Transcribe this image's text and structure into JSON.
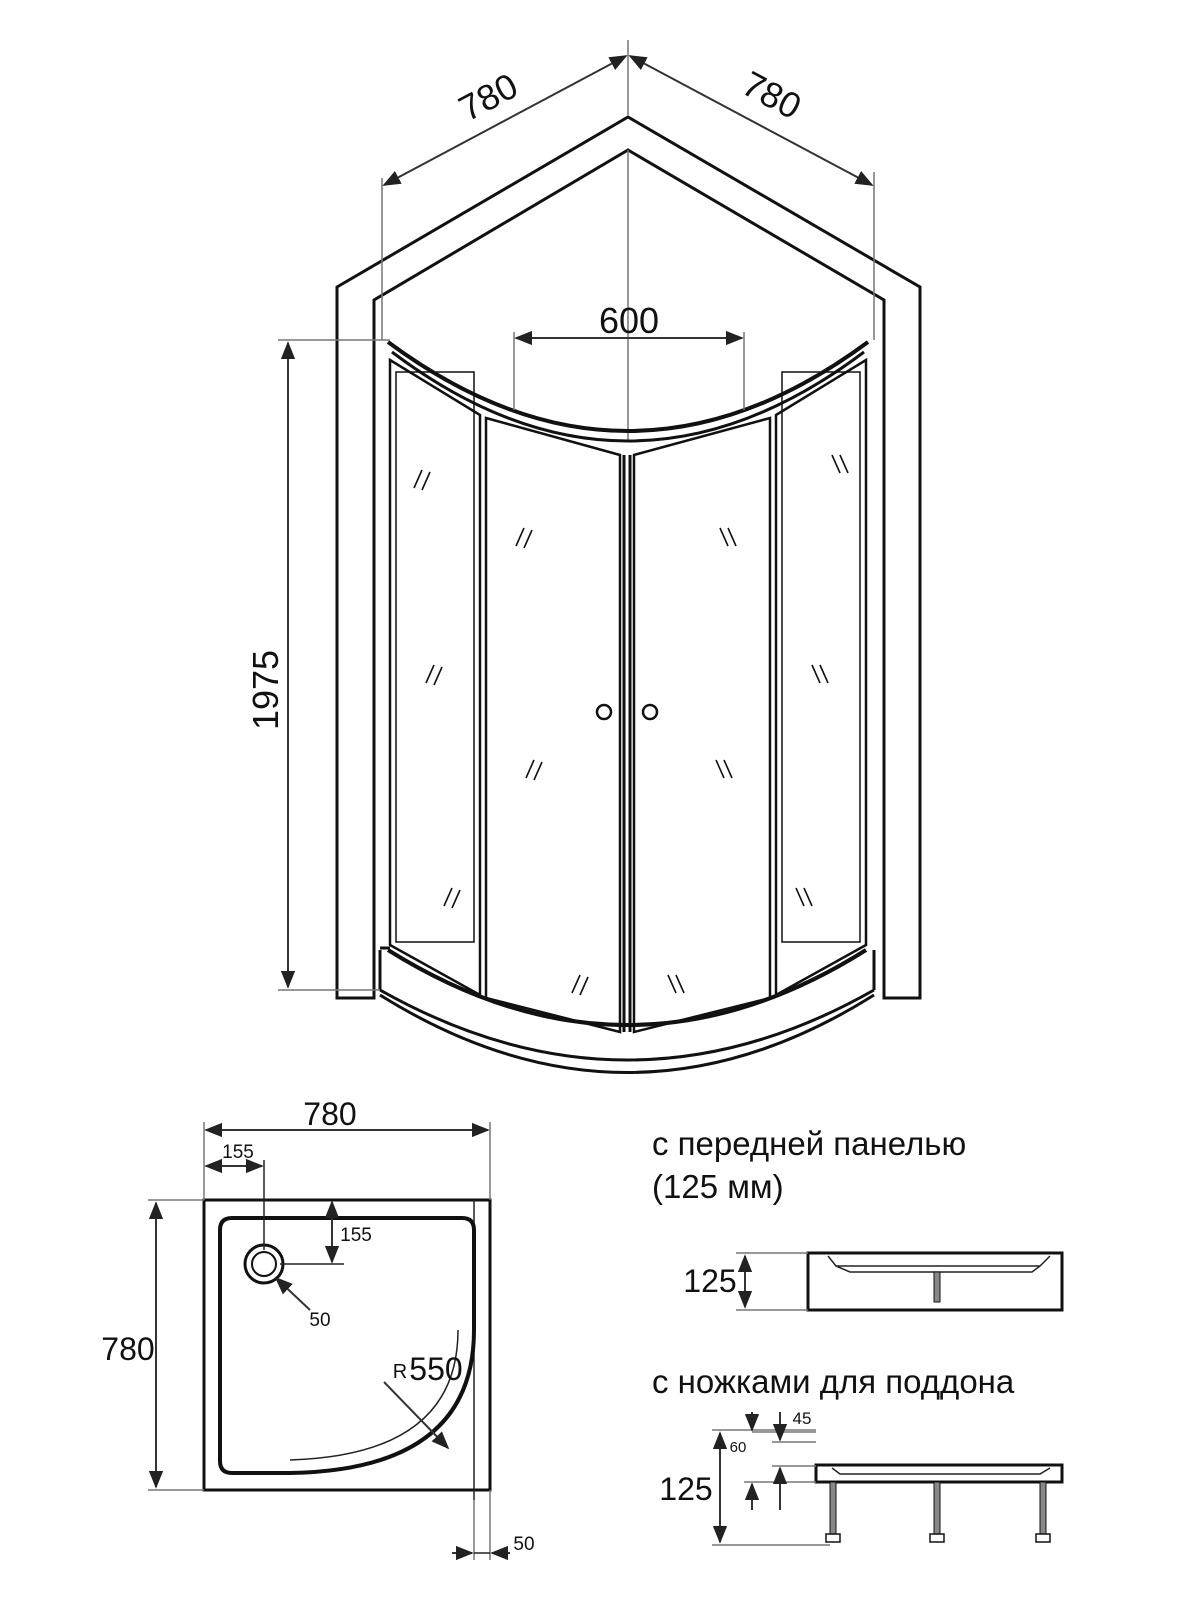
{
  "top_view": {
    "dim_left_width": "780",
    "dim_right_width": "780",
    "dim_door_width": "600",
    "dim_height": "1975"
  },
  "tray_plan": {
    "dim_width": "780",
    "dim_depth": "780",
    "dim_drain_offset_x": "155",
    "dim_drain_offset_y": "155",
    "dim_drain_diameter": "50",
    "dim_radius_prefix": "R",
    "dim_radius": "550",
    "dim_rim": "50"
  },
  "option_front_panel": {
    "caption_line1": "с передней панелью",
    "caption_line2": "(125 мм)",
    "dim_height": "125"
  },
  "option_legs": {
    "caption": "с ножками для поддона",
    "dim_height": "125",
    "dim_leg_45": "45",
    "dim_leg_60": "60"
  },
  "colors": {
    "line": "#111111",
    "dimension": "#333333",
    "background": "#ffffff"
  }
}
